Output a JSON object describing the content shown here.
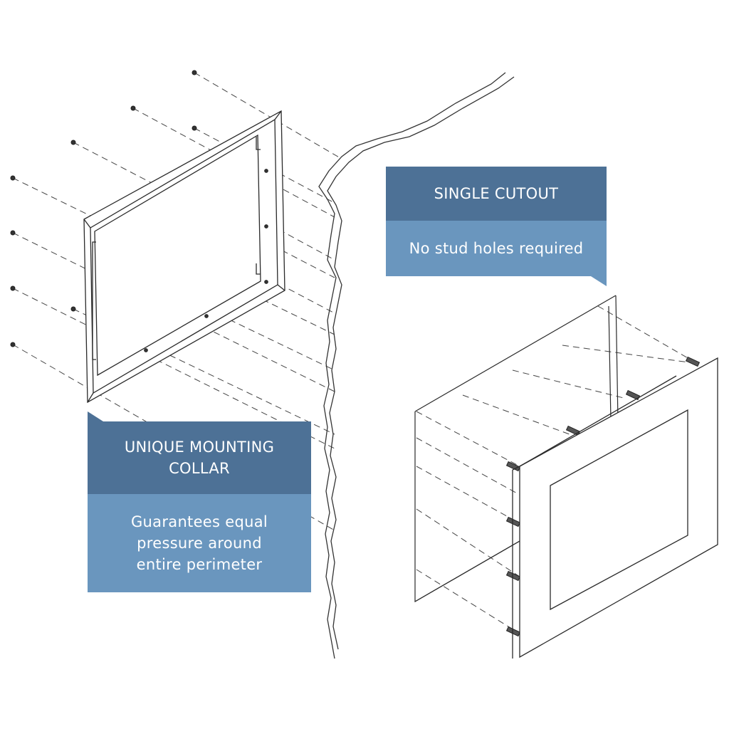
{
  "callouts": {
    "single_cutout": {
      "title": "SINGLE CUTOUT",
      "text": "No stud holes required"
    },
    "mounting_collar": {
      "title_line1": "UNIQUE MOUNTING",
      "title_line2": "COLLAR",
      "text_line1": "Guarantees equal",
      "text_line2": "pressure around",
      "text_line3": "entire perimeter"
    }
  },
  "colors": {
    "header": "#4d7196",
    "body": "#6a96be",
    "line": "#2a2a2a"
  }
}
